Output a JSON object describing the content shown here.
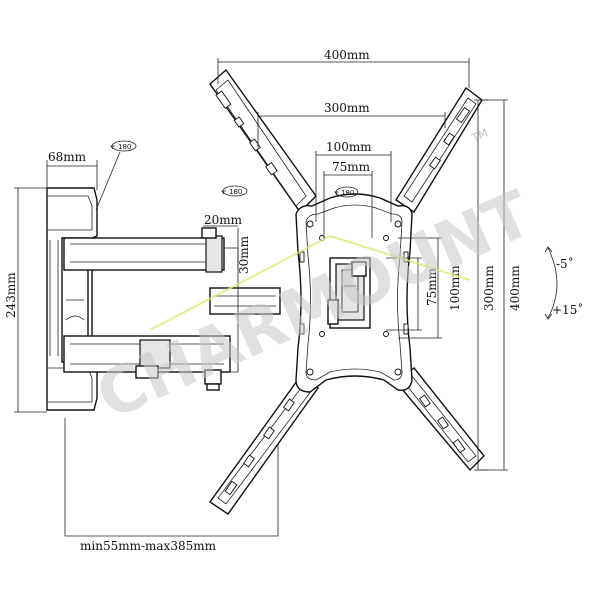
{
  "dimensions": {
    "w400": "400mm",
    "w300": "300mm",
    "w100": "100mm",
    "w75": "75mm",
    "h75": "75mm",
    "h100": "100mm",
    "h300": "300mm",
    "h400": "400mm",
    "depth68": "68mm",
    "arm20": "20mm",
    "arm30": "30mm",
    "height243": "243mm",
    "extension": "min55mm-max385mm"
  },
  "rotation": {
    "badge_wall": "180",
    "badge_arm": "180",
    "badge_plate": "180"
  },
  "tilt": {
    "up": "-5˚",
    "down": "+15˚"
  },
  "watermark": {
    "brand": "CHARMOUNT",
    "mark": "TM"
  }
}
